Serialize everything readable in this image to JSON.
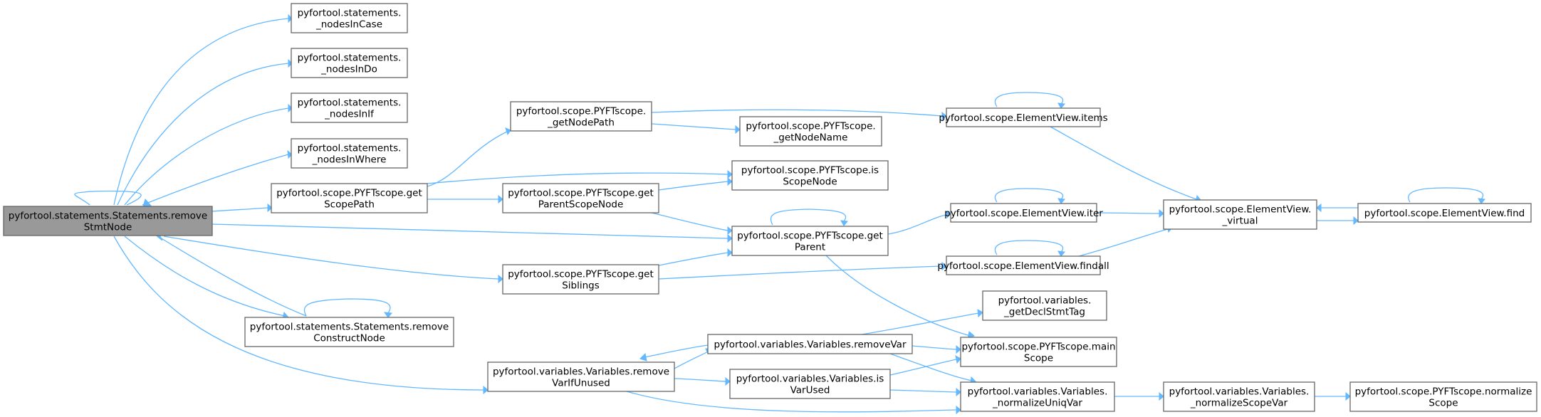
{
  "nodes": [
    {
      "id": "root",
      "lines": [
        "pyfortool.statements.Statements.remove",
        "StmtNode"
      ],
      "root": true
    },
    {
      "id": "case",
      "lines": [
        "pyfortool.statements.",
        "_nodesInCase"
      ]
    },
    {
      "id": "do",
      "lines": [
        "pyfortool.statements.",
        "_nodesInDo"
      ]
    },
    {
      "id": "if",
      "lines": [
        "pyfortool.statements.",
        "_nodesInIf"
      ]
    },
    {
      "id": "where",
      "lines": [
        "pyfortool.statements.",
        "_nodesInWhere"
      ]
    },
    {
      "id": "getScopePath",
      "lines": [
        "pyfortool.scope.PYFTscope.get",
        "ScopePath"
      ]
    },
    {
      "id": "removeConstruct",
      "lines": [
        "pyfortool.statements.Statements.remove",
        "ConstructNode"
      ]
    },
    {
      "id": "removeVarIfUnused",
      "lines": [
        "pyfortool.variables.Variables.remove",
        "VarIfUnused"
      ]
    },
    {
      "id": "getNodePath",
      "lines": [
        "pyfortool.scope.PYFTscope.",
        "_getNodePath"
      ]
    },
    {
      "id": "getParentScopeNode",
      "lines": [
        "pyfortool.scope.PYFTscope.get",
        "ParentScopeNode"
      ]
    },
    {
      "id": "getSiblings",
      "lines": [
        "pyfortool.scope.PYFTscope.get",
        "Siblings"
      ]
    },
    {
      "id": "getNodeName",
      "lines": [
        "pyfortool.scope.PYFTscope.",
        "_getNodeName"
      ]
    },
    {
      "id": "isScopeNode",
      "lines": [
        "pyfortool.scope.PYFTscope.is",
        "ScopeNode"
      ]
    },
    {
      "id": "getParent",
      "lines": [
        "pyfortool.scope.PYFTscope.get",
        "Parent"
      ]
    },
    {
      "id": "removeVar",
      "lines": [
        "pyfortool.variables.Variables.removeVar"
      ]
    },
    {
      "id": "isVarUsed",
      "lines": [
        "pyfortool.variables.Variables.is",
        "VarUsed"
      ]
    },
    {
      "id": "items",
      "lines": [
        "pyfortool.scope.ElementView.items"
      ]
    },
    {
      "id": "iter",
      "lines": [
        "pyfortool.scope.ElementView.iter"
      ]
    },
    {
      "id": "findall",
      "lines": [
        "pyfortool.scope.ElementView.findall"
      ]
    },
    {
      "id": "getDeclStmtTag",
      "lines": [
        "pyfortool.variables.",
        "_getDeclStmtTag"
      ]
    },
    {
      "id": "mainScope",
      "lines": [
        "pyfortool.scope.PYFTscope.main",
        "Scope"
      ]
    },
    {
      "id": "normalizeUniqVar",
      "lines": [
        "pyfortool.variables.Variables.",
        "_normalizeUniqVar"
      ]
    },
    {
      "id": "virtual",
      "lines": [
        "pyfortool.scope.ElementView.",
        "_virtual"
      ]
    },
    {
      "id": "normalizeScopeVar",
      "lines": [
        "pyfortool.variables.Variables.",
        "_normalizeScopeVar"
      ]
    },
    {
      "id": "find",
      "lines": [
        "pyfortool.scope.ElementView.find"
      ]
    },
    {
      "id": "normalizeScope",
      "lines": [
        "pyfortool.scope.PYFTscope.normalize",
        "Scope"
      ]
    }
  ],
  "edges": [
    {
      "from": "root",
      "to": "root"
    },
    {
      "from": "root",
      "to": "case"
    },
    {
      "from": "root",
      "to": "do"
    },
    {
      "from": "root",
      "to": "if"
    },
    {
      "from": "root",
      "to": "where"
    },
    {
      "from": "root",
      "to": "getScopePath"
    },
    {
      "from": "root",
      "to": "getParent"
    },
    {
      "from": "root",
      "to": "getSiblings"
    },
    {
      "from": "root",
      "to": "removeConstruct"
    },
    {
      "from": "removeConstruct",
      "to": "root"
    },
    {
      "from": "removeConstruct",
      "to": "removeConstruct"
    },
    {
      "from": "root",
      "to": "removeVarIfUnused"
    },
    {
      "from": "getScopePath",
      "to": "getNodePath"
    },
    {
      "from": "getScopePath",
      "to": "isScopeNode"
    },
    {
      "from": "getScopePath",
      "to": "getParentScopeNode"
    },
    {
      "from": "getNodePath",
      "to": "items"
    },
    {
      "from": "getNodePath",
      "to": "getNodeName"
    },
    {
      "from": "getParentScopeNode",
      "to": "isScopeNode"
    },
    {
      "from": "getParentScopeNode",
      "to": "getParent"
    },
    {
      "from": "getSiblings",
      "to": "getParent"
    },
    {
      "from": "getSiblings",
      "to": "findall"
    },
    {
      "from": "getParent",
      "to": "getParent"
    },
    {
      "from": "getParent",
      "to": "iter"
    },
    {
      "from": "getParent",
      "to": "mainScope"
    },
    {
      "from": "items",
      "to": "items"
    },
    {
      "from": "items",
      "to": "virtual"
    },
    {
      "from": "iter",
      "to": "iter"
    },
    {
      "from": "iter",
      "to": "virtual"
    },
    {
      "from": "findall",
      "to": "findall"
    },
    {
      "from": "findall",
      "to": "virtual"
    },
    {
      "from": "virtual",
      "to": "find"
    },
    {
      "from": "find",
      "to": "virtual"
    },
    {
      "from": "find",
      "to": "find"
    },
    {
      "from": "removeVarIfUnused",
      "to": "removeVar"
    },
    {
      "from": "removeVarIfUnused",
      "to": "isVarUsed"
    },
    {
      "from": "removeVarIfUnused",
      "to": "normalizeUniqVar"
    },
    {
      "from": "removeVar",
      "to": "removeVarIfUnused"
    },
    {
      "from": "removeVar",
      "to": "getDeclStmtTag"
    },
    {
      "from": "removeVar",
      "to": "mainScope"
    },
    {
      "from": "removeVar",
      "to": "normalizeUniqVar"
    },
    {
      "from": "isVarUsed",
      "to": "mainScope"
    },
    {
      "from": "isVarUsed",
      "to": "normalizeUniqVar"
    },
    {
      "from": "normalizeUniqVar",
      "to": "normalizeScopeVar"
    },
    {
      "from": "normalizeScopeVar",
      "to": "normalizeScope"
    }
  ]
}
